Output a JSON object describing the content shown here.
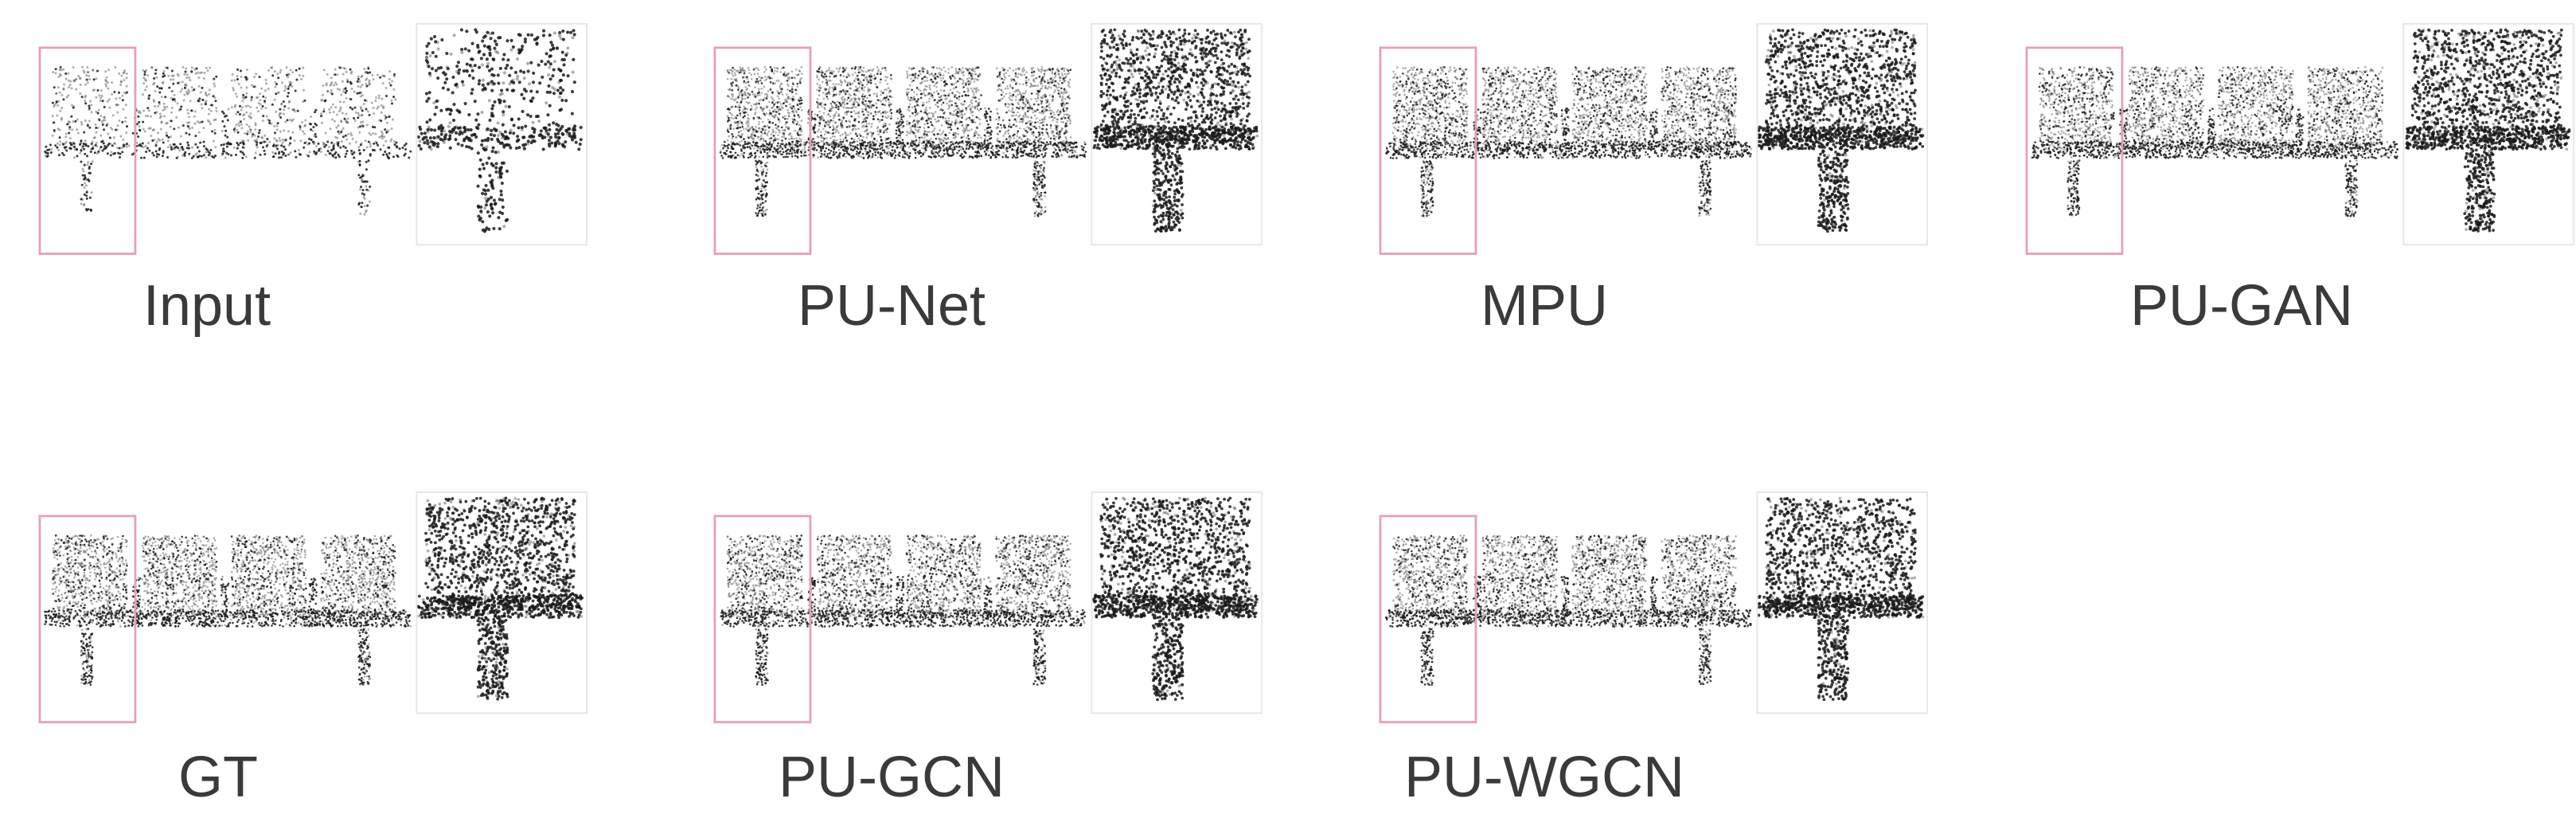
{
  "figure": {
    "methods": [
      {
        "label": "Input",
        "density": "sparse"
      },
      {
        "label": "PU-Net",
        "density": "dense"
      },
      {
        "label": "MPU",
        "density": "dense"
      },
      {
        "label": "PU-GAN",
        "density": "dense"
      },
      {
        "label": "GT",
        "density": "dense"
      },
      {
        "label": "PU-GCN",
        "density": "dense"
      },
      {
        "label": "PU-WGCN",
        "density": "dense"
      }
    ],
    "highlight_box_color": "#e8a0b4",
    "point_color": "#1a1a1a",
    "background_color": "#ffffff"
  }
}
